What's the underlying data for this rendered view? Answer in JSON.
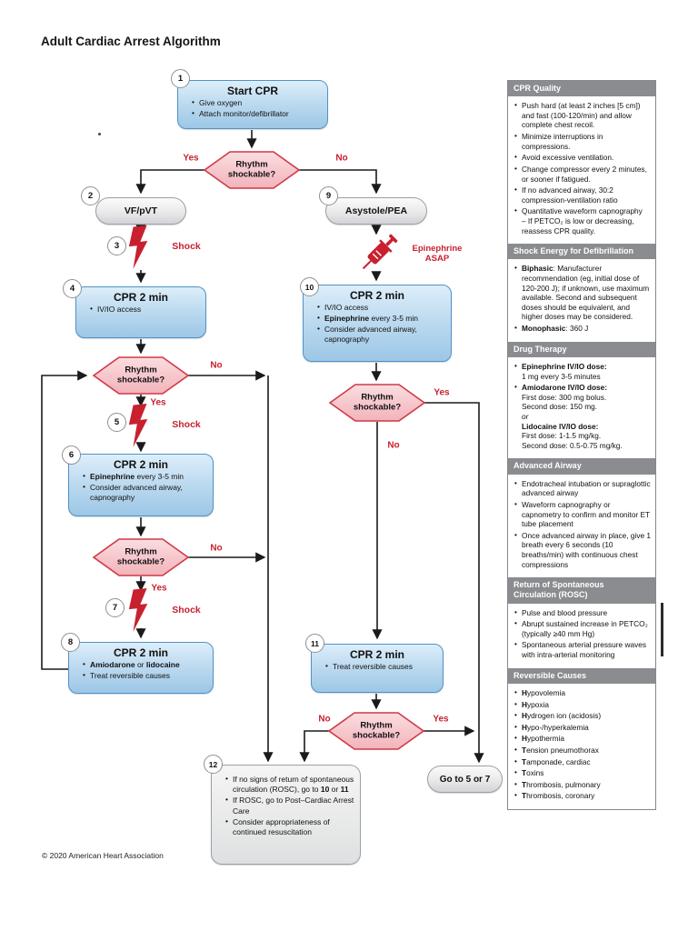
{
  "title": "Adult Cardiac Arrest Algorithm",
  "copyright": "© 2020 American Heart Association",
  "colors": {
    "accent_red": "#C8202F",
    "box_blue_border": "#4F93C8",
    "diamond_pink_border": "#CF3945",
    "sidebar_header_gray": "#8A8C90"
  },
  "flowchart": {
    "labels": {
      "yes": "Yes",
      "no": "No",
      "shock": "Shock",
      "rhythm": "Rhythm shockable?",
      "epinephrine_asap": "Epinephrine ASAP"
    },
    "nodes": {
      "n1": {
        "num": "1",
        "title": "Start CPR",
        "bullets": [
          "Give oxygen",
          "Attach monitor/defibrillator"
        ]
      },
      "n2": {
        "num": "2",
        "label": "VF/pVT"
      },
      "n9": {
        "num": "9",
        "label": "Asystole/PEA"
      },
      "n3": {
        "num": "3"
      },
      "n4": {
        "num": "4",
        "title": "CPR 2 min",
        "bullets": [
          "IV/IO access"
        ]
      },
      "n10": {
        "num": "10",
        "title": "CPR 2 min",
        "bullets": [
          "IV/IO access",
          "**Epinephrine** every 3-5 min",
          "Consider advanced airway, capnography"
        ]
      },
      "n5": {
        "num": "5"
      },
      "n6": {
        "num": "6",
        "title": "CPR 2 min",
        "bullets": [
          "**Epinephrine** every 3-5 min",
          "Consider advanced airway, capnography"
        ]
      },
      "n7": {
        "num": "7"
      },
      "n8": {
        "num": "8",
        "title": "CPR 2 min",
        "bullets": [
          "**Amiodarone** or **lidocaine**",
          "Treat reversible causes"
        ]
      },
      "n11": {
        "num": "11",
        "title": "CPR 2 min",
        "bullets": [
          "Treat reversible causes"
        ]
      },
      "n12": {
        "num": "12",
        "bullets": [
          "If no signs of return of spontaneous circulation (ROSC), go to **10** or **11**",
          "If ROSC, go to Post–Cardiac Arrest Care",
          "Consider appropriateness of continued resuscitation"
        ]
      },
      "goto": {
        "label": "Go to 5 or 7"
      }
    }
  },
  "sidebar": {
    "sections": [
      {
        "title": "CPR Quality",
        "items": [
          "Push hard (at least 2 inches [5 cm]) and fast (100-120/min) and allow complete chest recoil.",
          "Minimize interruptions in compressions.",
          "Avoid excessive ventilation.",
          "Change compressor every 2 minutes, or sooner if fatigued.",
          "If no advanced airway, 30:2 compression-ventilation ratio",
          "Quantitative waveform capnography\n– If PETCO₂ is low or decreasing, reassess CPR quality."
        ]
      },
      {
        "title": "Shock Energy for Defibrillation",
        "items": [
          "**Biphasic**: Manufacturer recommendation (eg, initial dose of 120-200 J); if unknown, use maximum available. Second and subsequent doses should be equivalent, and higher doses may be considered.",
          "**Monophasic**: 360 J"
        ]
      },
      {
        "title": "Drug Therapy",
        "items": [
          "**Epinephrine IV/IO dose:**\n1 mg every 3-5 minutes",
          "**Amiodarone IV/IO dose:**\nFirst dose: 300 mg bolus.\nSecond dose: 150 mg.\n*or*\n**Lidocaine IV/IO dose:**\nFirst dose: 1-1.5 mg/kg.\nSecond dose: 0.5-0.75 mg/kg."
        ]
      },
      {
        "title": "Advanced Airway",
        "items": [
          "Endotracheal intubation or supraglottic advanced airway",
          "Waveform capnography or capnometry to confirm and monitor ET tube placement",
          "Once advanced airway in place, give 1 breath every 6 seconds (10 breaths/min) with continuous chest compressions"
        ]
      },
      {
        "title": "Return of Spontaneous\nCirculation (ROSC)",
        "items": [
          "Pulse and blood pressure",
          "Abrupt sustained increase in PETCO₂ (typically ≥40 mm Hg)",
          "Spontaneous arterial pressure waves with intra-arterial monitoring"
        ]
      },
      {
        "title": "Reversible Causes",
        "items": [
          "**H**ypovolemia",
          "**H**ypoxia",
          "**H**ydrogen ion (acidosis)",
          "**H**ypo-/hyperkalemia",
          "**H**ypothermia",
          "**T**ension pneumothorax",
          "**T**amponade, cardiac",
          "**T**oxins",
          "**T**hrombosis, pulmonary",
          "**T**hrombosis, coronary"
        ]
      }
    ]
  }
}
